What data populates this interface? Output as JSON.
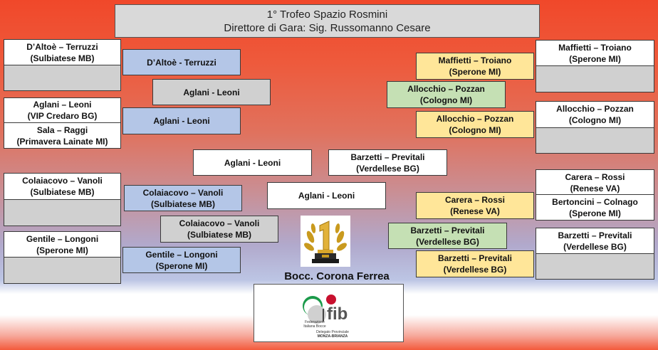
{
  "header": {
    "line1": "1° Trofeo Spazio Rosmini",
    "line2": "Direttore di Gara: Sig. Russomanno Cesare"
  },
  "left": {
    "r1": [
      {
        "l1": "D’Altoè – Terruzzi",
        "l2": "(Sulbiatese MB)"
      },
      {
        "l1": "Aglani – Leoni",
        "l2": "(VIP Credaro BG)"
      },
      {
        "l1": "Sala – Raggi",
        "l2": "(Primavera Lainate MI)"
      },
      {
        "l1": "Colaiacovo – Vanoli",
        "l2": "(Sulbiatese MB)"
      },
      {
        "l1": "Gentile – Longoni",
        "l2": "(Sperone MI)"
      }
    ],
    "r2": [
      {
        "l1": "D’Altoè - Terruzzi",
        "l2": ""
      },
      {
        "l1": "Aglani - Leoni",
        "l2": ""
      },
      {
        "l1": "Colaiacovo – Vanoli",
        "l2": "(Sulbiatese MB)"
      },
      {
        "l1": "Gentile – Longoni",
        "l2": "(Sperone MI)"
      }
    ],
    "r3": [
      {
        "l1": "Aglani - Leoni",
        "l2": ""
      },
      {
        "l1": "Colaiacovo – Vanoli",
        "l2": "(Sulbiatese MB)"
      }
    ],
    "semi": {
      "l1": "Aglani - Leoni"
    }
  },
  "final": {
    "l1": "Aglani - Leoni"
  },
  "right": {
    "r1": [
      {
        "l1": "Maffietti – Troiano",
        "l2": "(Sperone MI)"
      },
      {
        "l1": "Allocchio – Pozzan",
        "l2": "(Cologno MI)"
      },
      {
        "l1": "Carera – Rossi",
        "l2": "(Renese VA)"
      },
      {
        "l1": "Bertoncini – Colnago",
        "l2": "(Sperone MI)"
      },
      {
        "l1": "Barzetti – Previtali",
        "l2": "(Verdellese BG)"
      }
    ],
    "r2": [
      {
        "l1": "Maffietti – Troiano",
        "l2": "(Sperone MI)"
      },
      {
        "l1": "Allocchio – Pozzan",
        "l2": "(Cologno MI)"
      },
      {
        "l1": "Carera – Rossi",
        "l2": "(Renese VA)"
      },
      {
        "l1": "Barzetti – Previtali",
        "l2": "(Verdellese BG)"
      }
    ],
    "r3": [
      {
        "l1": "Allocchio – Pozzan",
        "l2": "(Cologno MI)"
      },
      {
        "l1": "Barzetti – Previtali",
        "l2": "(Verdellese BG)"
      }
    ],
    "semi": {
      "l1": "Barzetti – Previtali",
      "l2": "(Verdellese BG)"
    }
  },
  "club": "Bocc. Corona Ferrea",
  "logo": {
    "brand": "fib",
    "line1": "Federazione",
    "line2": "Italiana Bocce",
    "line3": "Delegato Provinciale",
    "line4": "MONZA-BRIANZA"
  },
  "colors": {
    "white_box": "#ffffff",
    "grey_box": "#d0d0d0",
    "blue_box": "#b4c6e7",
    "yellow_box": "#ffe699",
    "green_box": "#c5e0b4"
  }
}
